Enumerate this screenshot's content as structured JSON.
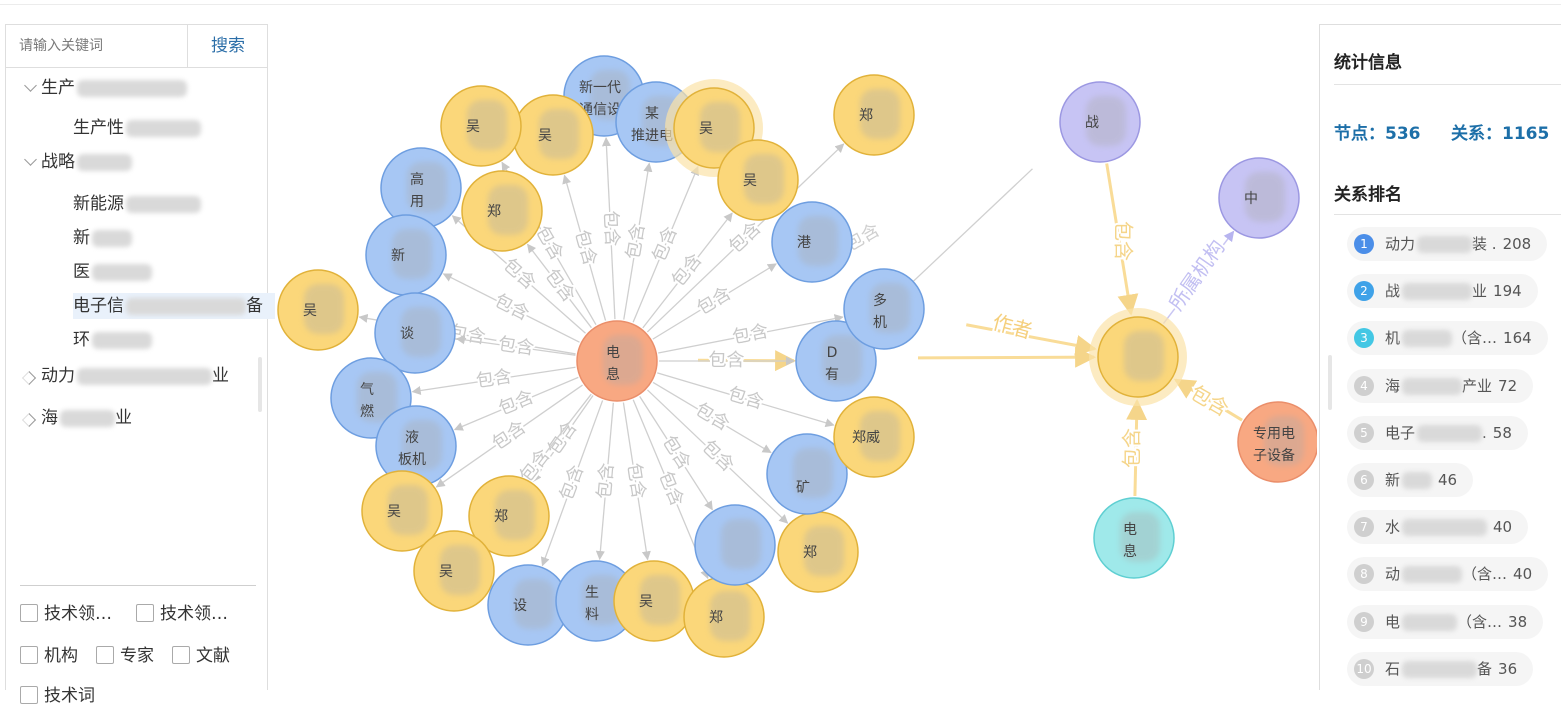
{
  "search": {
    "placeholder": "请输入关键词",
    "button": "搜索"
  },
  "tree": [
    {
      "label": "生产",
      "indent": 0,
      "caret": "down"
    },
    {
      "label": "生产性",
      "indent": 1
    },
    {
      "label": "战略",
      "indent": 0,
      "caret": "down"
    },
    {
      "label": "新能源",
      "indent": 1
    },
    {
      "label": "新",
      "indent": 1
    },
    {
      "label": "医",
      "indent": 1
    },
    {
      "label": "电子信",
      "suffix": "备",
      "indent": 1,
      "selected": true
    },
    {
      "label": "环",
      "indent": 1
    },
    {
      "label": "动力",
      "suffix": "业",
      "indent": 0,
      "caret": "right"
    },
    {
      "label": "海",
      "suffix": "业",
      "indent": 0,
      "caret": "right"
    }
  ],
  "filters": [
    {
      "label": "技术领…"
    },
    {
      "label": "技术领…"
    },
    {
      "label": "机构"
    },
    {
      "label": "专家"
    },
    {
      "label": "文献"
    },
    {
      "label": "技术词"
    }
  ],
  "stats": {
    "title": "统计信息",
    "nodes_label": "节点：",
    "nodes": "536",
    "relations_label": "关系：",
    "relations": "1165",
    "ranking_title": "关系排名"
  },
  "ranking": [
    {
      "rank": "1",
      "name": "动力",
      "tail": "装 .",
      "count": "208",
      "color": "#4b8ee8"
    },
    {
      "rank": "2",
      "name": "战",
      "tail": "业",
      "count": "194",
      "color": "#3fa2e8"
    },
    {
      "rank": "3",
      "name": "机",
      "tail": "（含…",
      "count": "164",
      "color": "#43c7e4"
    },
    {
      "rank": "4",
      "name": "海",
      "tail": "产业",
      "count": "72",
      "color": "#cfcfcf"
    },
    {
      "rank": "5",
      "name": "电子",
      "tail": ".",
      "count": "58",
      "color": "#cfcfcf"
    },
    {
      "rank": "6",
      "name": "新",
      "tail": "",
      "count": "46",
      "color": "#cfcfcf"
    },
    {
      "rank": "7",
      "name": "水",
      "tail": "",
      "count": "40",
      "color": "#cfcfcf"
    },
    {
      "rank": "8",
      "name": "动",
      "tail": "（含…",
      "count": "40",
      "color": "#cfcfcf"
    },
    {
      "rank": "9",
      "name": "电",
      "tail": "（含…",
      "count": "38",
      "color": "#cfcfcf"
    },
    {
      "rank": "10",
      "name": "石",
      "tail": "备",
      "count": "36",
      "color": "#cfcfcf"
    }
  ],
  "graph": {
    "colors": {
      "blue": "#a7c7f4",
      "orange": "#fbd77a",
      "salmon": "#f8a882",
      "purple": "#c7c4f4",
      "cyan": "#9fe9ea"
    },
    "edge_labels": {
      "contains": "包含",
      "author": "作者",
      "affiliation": "所属机构"
    },
    "center": {
      "label": "电",
      "label2": "息"
    },
    "ring": [
      {
        "type": "blue",
        "l1": "新一代",
        "l2": "通信设"
      },
      {
        "type": "blue",
        "l1": "某",
        "l2": "推进电"
      },
      {
        "type": "orange",
        "l1": "吴",
        "l2": ""
      },
      {
        "type": "orange",
        "l1": "吴",
        "l2": ""
      },
      {
        "type": "orange",
        "l1": "吴",
        "l2": ""
      },
      {
        "type": "orange",
        "l1": "吴",
        "l2": ""
      },
      {
        "type": "orange",
        "l1": "郑",
        "l2": ""
      },
      {
        "type": "orange",
        "l1": "郑",
        "l2": ""
      },
      {
        "type": "blue",
        "l1": "高",
        "l2": "用"
      },
      {
        "type": "blue",
        "l1": "新",
        "l2": ""
      },
      {
        "type": "orange",
        "l1": "吴",
        "l2": ""
      },
      {
        "type": "blue",
        "l1": "谈",
        "l2": ""
      },
      {
        "type": "blue",
        "l1": "气",
        "l2": "燃"
      },
      {
        "type": "blue",
        "l1": "液",
        "l2": "板机"
      },
      {
        "type": "orange",
        "l1": "吴",
        "l2": ""
      },
      {
        "type": "orange",
        "l1": "郑",
        "l2": ""
      },
      {
        "type": "orange",
        "l1": "吴",
        "l2": ""
      },
      {
        "type": "blue",
        "l1": "设",
        "l2": ""
      },
      {
        "type": "blue",
        "l1": "生",
        "l2": "料"
      },
      {
        "type": "orange",
        "l1": "吴",
        "l2": ""
      },
      {
        "type": "orange",
        "l1": "郑",
        "l2": ""
      },
      {
        "type": "blue",
        "l1": "",
        "l2": ""
      },
      {
        "type": "orange",
        "l1": "郑",
        "l2": ""
      },
      {
        "type": "blue",
        "l1": "",
        "l2": "矿"
      },
      {
        "type": "orange",
        "l1": "郑威",
        "l2": ""
      },
      {
        "type": "blue",
        "l1": "D",
        "l2": "有"
      },
      {
        "type": "blue",
        "l1": "多",
        "l2": "机"
      },
      {
        "type": "blue",
        "l1": "港",
        "l2": ""
      }
    ],
    "right_nodes": {
      "hub": {
        "label": ""
      },
      "top": {
        "l1": "战",
        "l2": ""
      },
      "topright": {
        "l1": "中",
        "l2": ""
      },
      "salmon": {
        "l1": "专用电",
        "l2": "子设备"
      },
      "cyan": {
        "l1": "电",
        "l2": "息"
      }
    }
  }
}
